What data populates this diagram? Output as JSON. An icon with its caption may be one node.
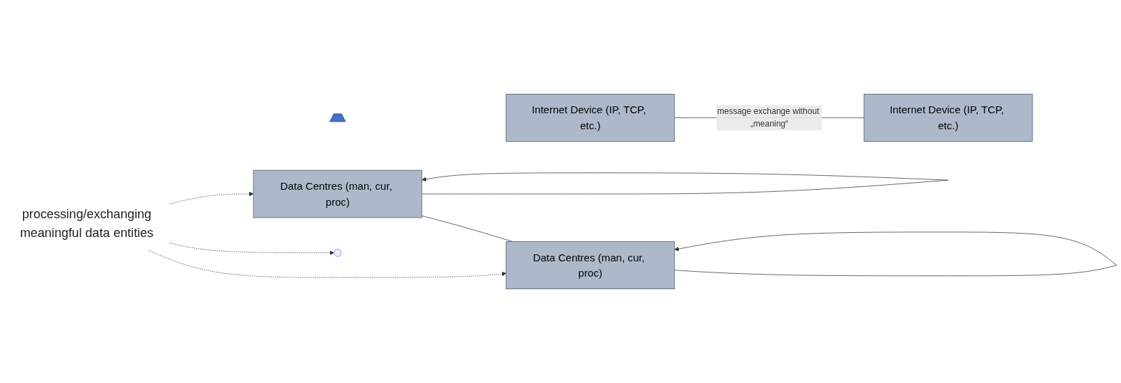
{
  "diagram": {
    "nodes": [
      {
        "text": [
          "processing/exchanging",
          "meaningful data entities"
        ]
      },
      {
        "text": [
          "Data Centres (man, cur, proc)"
        ]
      },
      {
        "text": [
          "Data Centres (man, cur, proc)"
        ]
      },
      {
        "text": [],
        "shape": "arrow"
      },
      {
        "text": [
          "Internet Device (IP, TCP, etc.)"
        ]
      },
      {
        "text": [
          "Internet Device (IP, TCP, etc.)"
        ]
      }
    ],
    "edges": [
      {
        "from": 0,
        "to": 1,
        "arrow": "to",
        "style": "dashed"
      },
      {
        "from": 0,
        "to": null,
        "arrow": "to",
        "style": "dashed"
      },
      {
        "from": 0,
        "to": 2,
        "arrow": "to",
        "style": "dashed"
      },
      {
        "from": 1,
        "to": 1,
        "arrow": "to"
      },
      {
        "from": 1,
        "to": 2,
        "arrow": "none"
      },
      {
        "from": 2,
        "to": 2,
        "arrow": "to"
      },
      {
        "from": 4,
        "to": 5,
        "arrow": "none",
        "label": "message exchange without „meaning“"
      }
    ]
  }
}
